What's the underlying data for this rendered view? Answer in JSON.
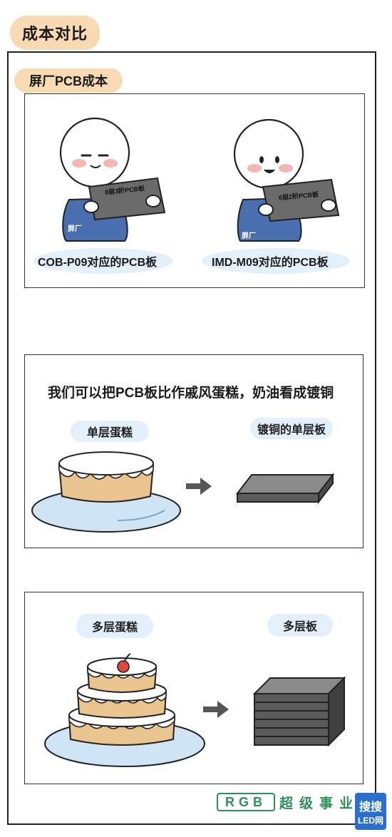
{
  "header": {
    "title": "成本对比"
  },
  "section": {
    "subtitle": "屏厂PCB成本"
  },
  "panel1": {
    "left_board_label": "8层3阶PCB板",
    "left_shirt_label": "屏厂",
    "left_caption": "COB-P09对应的PCB板",
    "right_board_label": "6层2阶PCB板",
    "right_shirt_label": "屏厂",
    "right_caption": "IMD-M09对应的PCB板"
  },
  "panel2": {
    "heading": "我们可以把PCB板比作戚风蛋糕，奶油看成镀铜",
    "left_label": "单层蛋糕",
    "right_label": "镀铜的单层板"
  },
  "panel3": {
    "left_label": "多层蛋糕",
    "right_label": "多层板"
  },
  "footer": {
    "logo_text": "RGB",
    "logo_caption": "超级事业部",
    "badge_top": "搜搜",
    "badge_bottom": "LED网"
  },
  "colors": {
    "accent_peach": "#f7d9b2",
    "pill_blue": "#e3f0fb",
    "shirt_blue": "#4a6fb0",
    "plate_blue": "#cfe4f5",
    "board_gray": "#6b6b6b",
    "cake_tan": "#e9c48f",
    "logo_green": "#2e8f5a"
  }
}
